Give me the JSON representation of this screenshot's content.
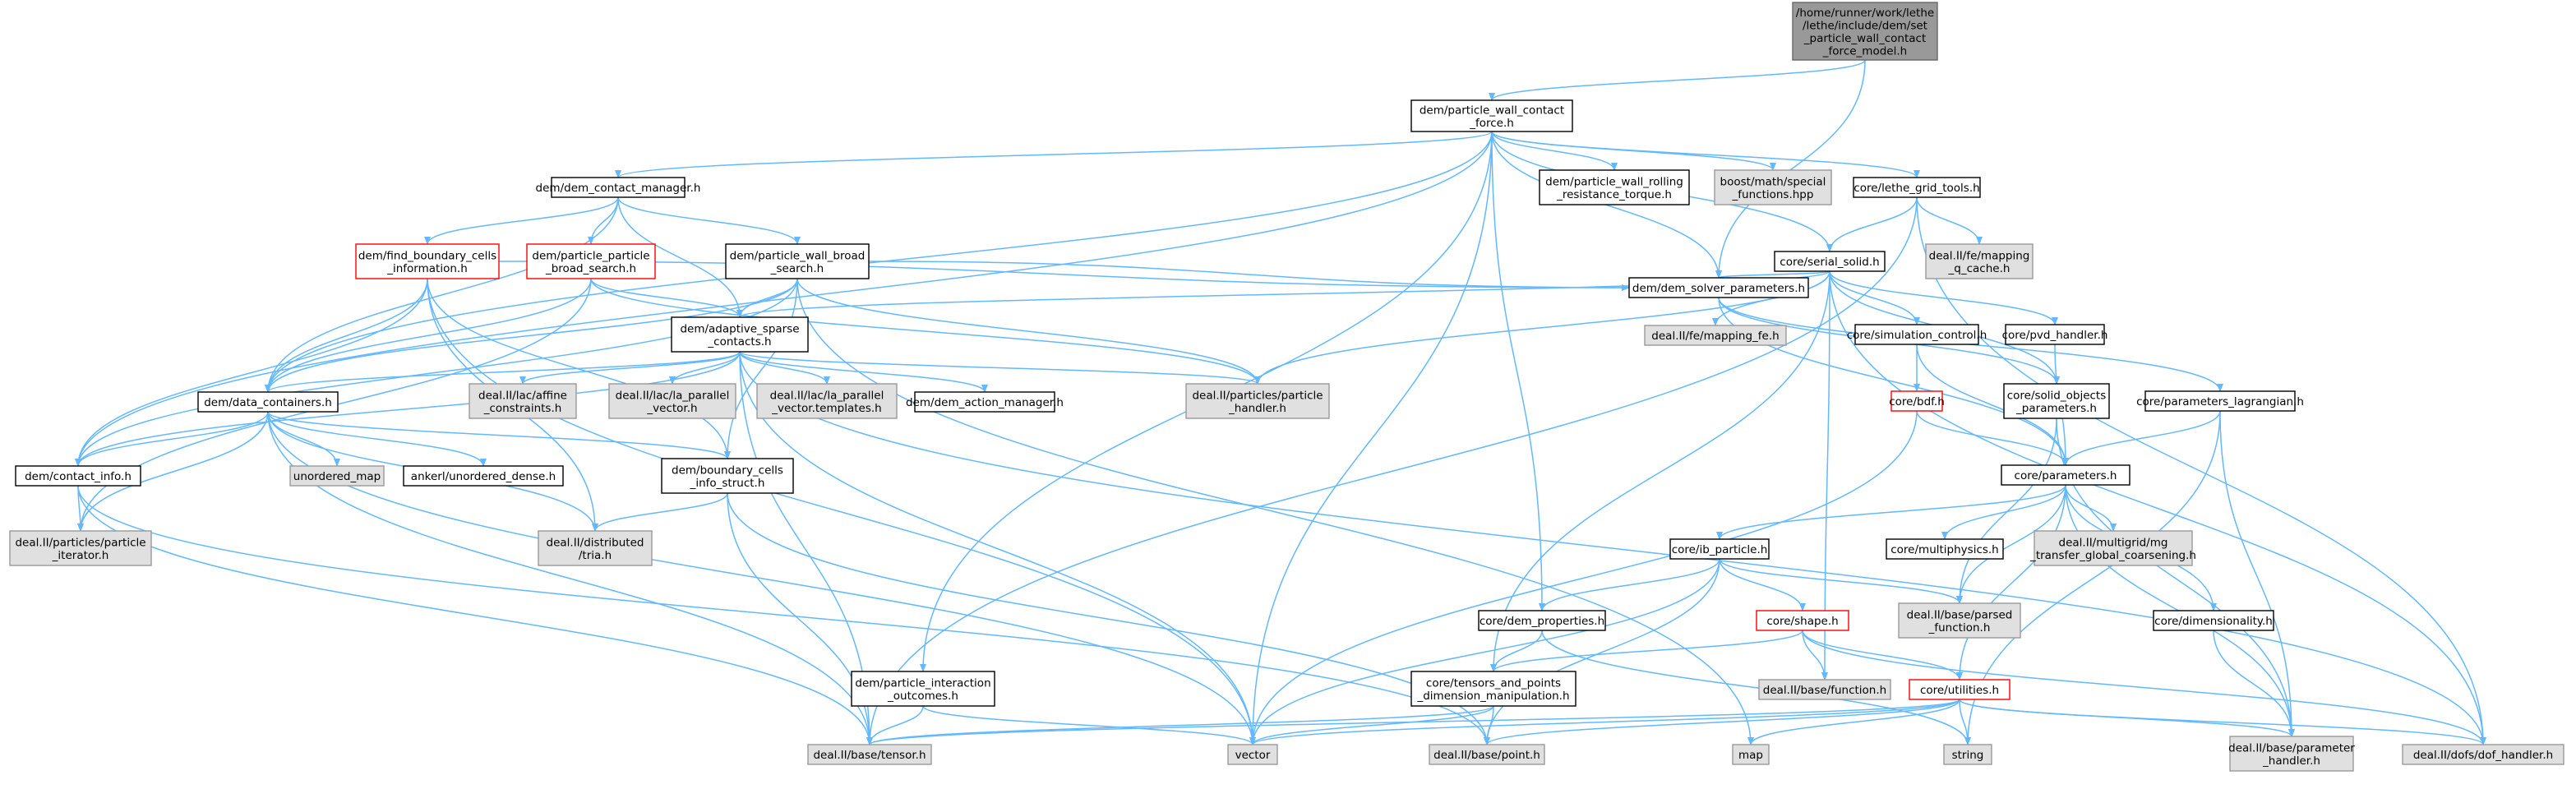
{
  "styles": {
    "root": {
      "fill": "#999999",
      "stroke": "#666666"
    },
    "normal": {
      "fill": "#ffffff",
      "stroke": "#000000"
    },
    "external": {
      "fill": "#e0e0e0",
      "stroke": "#999999"
    },
    "truncated": {
      "fill": "#ffffff",
      "stroke": "#ff0000"
    },
    "edge": "#63b8ff"
  },
  "nodes": [
    {
      "id": "root",
      "style": "root",
      "lines": [
        "/home/runner/work/lethe",
        "/lethe/include/dem/set",
        "_particle_wall_contact",
        "_force_model.h"
      ]
    },
    {
      "id": "pwcf",
      "style": "normal",
      "lines": [
        "dem/particle_wall_contact",
        "_force.h"
      ]
    },
    {
      "id": "dcm",
      "style": "normal",
      "lines": [
        "dem/dem_contact_manager.h"
      ]
    },
    {
      "id": "pwrrt",
      "style": "normal",
      "lines": [
        "dem/particle_wall_rolling",
        "_resistance_torque.h"
      ]
    },
    {
      "id": "boost",
      "style": "external",
      "lines": [
        "boost/math/special",
        "_functions.hpp"
      ]
    },
    {
      "id": "lgt",
      "style": "normal",
      "lines": [
        "core/lethe_grid_tools.h"
      ]
    },
    {
      "id": "fbci",
      "style": "truncated",
      "lines": [
        "dem/find_boundary_cells",
        "_information.h"
      ]
    },
    {
      "id": "ppbs",
      "style": "truncated",
      "lines": [
        "dem/particle_particle",
        "_broad_search.h"
      ]
    },
    {
      "id": "pwbs",
      "style": "normal",
      "lines": [
        "dem/particle_wall_broad",
        "_search.h"
      ]
    },
    {
      "id": "mapqcache",
      "style": "external",
      "lines": [
        "deal.II/fe/mapping",
        "_q_cache.h"
      ]
    },
    {
      "id": "ss",
      "style": "normal",
      "lines": [
        "core/serial_solid.h"
      ]
    },
    {
      "id": "asc",
      "style": "normal",
      "lines": [
        "dem/adaptive_sparse",
        "_contacts.h"
      ]
    },
    {
      "id": "mapfe",
      "style": "external",
      "lines": [
        "deal.II/fe/mapping_fe.h"
      ]
    },
    {
      "id": "dsp",
      "style": "normal",
      "lines": [
        "dem/dem_solver_parameters.h"
      ]
    },
    {
      "id": "sc",
      "style": "normal",
      "lines": [
        "core/simulation_control.h"
      ]
    },
    {
      "id": "pvd",
      "style": "normal",
      "lines": [
        "core/pvd_handler.h"
      ]
    },
    {
      "id": "affine",
      "style": "external",
      "lines": [
        "deal.II/lac/affine",
        "_constraints.h"
      ]
    },
    {
      "id": "lapv",
      "style": "external",
      "lines": [
        "deal.II/lac/la_parallel",
        "_vector.h"
      ]
    },
    {
      "id": "lapvt",
      "style": "external",
      "lines": [
        "deal.II/lac/la_parallel",
        "_vector.templates.h"
      ]
    },
    {
      "id": "dam",
      "style": "normal",
      "lines": [
        "dem/dem_action_manager.h"
      ]
    },
    {
      "id": "pph",
      "style": "external",
      "lines": [
        "deal.II/particles/particle",
        "_handler.h"
      ]
    },
    {
      "id": "bdf",
      "style": "truncated",
      "lines": [
        "core/bdf.h"
      ]
    },
    {
      "id": "sop",
      "style": "normal",
      "lines": [
        "core/solid_objects",
        "_parameters.h"
      ]
    },
    {
      "id": "pl",
      "style": "normal",
      "lines": [
        "core/parameters_lagrangian.h"
      ]
    },
    {
      "id": "dc",
      "style": "normal",
      "lines": [
        "dem/data_containers.h"
      ]
    },
    {
      "id": "umap",
      "style": "external",
      "lines": [
        "unordered_map"
      ]
    },
    {
      "id": "ankerl",
      "style": "normal",
      "lines": [
        "ankerl/unordered_dense.h"
      ]
    },
    {
      "id": "bcis",
      "style": "normal",
      "lines": [
        "dem/boundary_cells",
        "_info_struct.h"
      ]
    },
    {
      "id": "ci",
      "style": "normal",
      "lines": [
        "dem/contact_info.h"
      ]
    },
    {
      "id": "params",
      "style": "normal",
      "lines": [
        "core/parameters.h"
      ]
    },
    {
      "id": "ppi",
      "style": "external",
      "lines": [
        "deal.II/particles/particle",
        "_iterator.h"
      ]
    },
    {
      "id": "dtria",
      "style": "external",
      "lines": [
        "deal.II/distributed",
        "/tria.h"
      ]
    },
    {
      "id": "ibp",
      "style": "normal",
      "lines": [
        "core/ib_particle.h"
      ]
    },
    {
      "id": "mphys",
      "style": "normal",
      "lines": [
        "core/multiphysics.h"
      ]
    },
    {
      "id": "mg",
      "style": "external",
      "lines": [
        "deal.II/multigrid/mg",
        "_transfer_global_coarsening.h"
      ]
    },
    {
      "id": "dp",
      "style": "normal",
      "lines": [
        "core/dem_properties.h"
      ]
    },
    {
      "id": "shape",
      "style": "truncated",
      "lines": [
        "core/shape.h"
      ]
    },
    {
      "id": "pfunc",
      "style": "external",
      "lines": [
        "deal.II/base/parsed",
        "_function.h"
      ]
    },
    {
      "id": "dim",
      "style": "normal",
      "lines": [
        "core/dimensionality.h"
      ]
    },
    {
      "id": "pio",
      "style": "normal",
      "lines": [
        "dem/particle_interaction",
        "_outcomes.h"
      ]
    },
    {
      "id": "tpdm",
      "style": "normal",
      "lines": [
        "core/tensors_and_points",
        "_dimension_manipulation.h"
      ]
    },
    {
      "id": "func",
      "style": "external",
      "lines": [
        "deal.II/base/function.h"
      ]
    },
    {
      "id": "util",
      "style": "truncated",
      "lines": [
        "core/utilities.h"
      ]
    },
    {
      "id": "tensor",
      "style": "external",
      "lines": [
        "deal.II/base/tensor.h"
      ]
    },
    {
      "id": "vector",
      "style": "external",
      "lines": [
        "vector"
      ]
    },
    {
      "id": "point",
      "style": "external",
      "lines": [
        "deal.II/base/point.h"
      ]
    },
    {
      "id": "map",
      "style": "external",
      "lines": [
        "map"
      ]
    },
    {
      "id": "string",
      "style": "external",
      "lines": [
        "string"
      ]
    },
    {
      "id": "pmh",
      "style": "external",
      "lines": [
        "deal.II/base/parameter",
        "_handler.h"
      ]
    },
    {
      "id": "dof",
      "style": "external",
      "lines": [
        "deal.II/dofs/dof_handler.h"
      ]
    }
  ],
  "edges": [
    [
      "root",
      "pwcf"
    ],
    [
      "root",
      "dsp"
    ],
    [
      "pwcf",
      "dcm"
    ],
    [
      "pwcf",
      "pwrrt"
    ],
    [
      "pwcf",
      "boost"
    ],
    [
      "pwcf",
      "lgt"
    ],
    [
      "pwcf",
      "ss"
    ],
    [
      "pwcf",
      "dsp"
    ],
    [
      "pwcf",
      "dc"
    ],
    [
      "pwcf",
      "ci"
    ],
    [
      "pwcf",
      "dp"
    ],
    [
      "pwcf",
      "pio"
    ],
    [
      "pwcf",
      "vector"
    ],
    [
      "dcm",
      "fbci"
    ],
    [
      "dcm",
      "ppbs"
    ],
    [
      "dcm",
      "pwbs"
    ],
    [
      "dcm",
      "asc"
    ],
    [
      "dcm",
      "dc"
    ],
    [
      "lgt",
      "mapqcache"
    ],
    [
      "lgt",
      "ss"
    ],
    [
      "lgt",
      "tensor"
    ],
    [
      "lgt",
      "dof"
    ],
    [
      "fbci",
      "dc"
    ],
    [
      "fbci",
      "dsp"
    ],
    [
      "fbci",
      "ci"
    ],
    [
      "fbci",
      "bcis"
    ],
    [
      "fbci",
      "dtria"
    ],
    [
      "fbci",
      "vector"
    ],
    [
      "ppbs",
      "asc"
    ],
    [
      "ppbs",
      "dc"
    ],
    [
      "ppbs",
      "pph"
    ],
    [
      "ppbs",
      "ppi"
    ],
    [
      "pwbs",
      "asc"
    ],
    [
      "pwbs",
      "dc"
    ],
    [
      "pwbs",
      "dsp"
    ],
    [
      "pwbs",
      "pph"
    ],
    [
      "pwbs",
      "bcis"
    ],
    [
      "pwbs",
      "map"
    ],
    [
      "pwbs",
      "ci"
    ],
    [
      "ss",
      "mapfe"
    ],
    [
      "ss",
      "pph"
    ],
    [
      "ss",
      "dsp"
    ],
    [
      "ss",
      "sc"
    ],
    [
      "ss",
      "pvd"
    ],
    [
      "ss",
      "sop"
    ],
    [
      "ss",
      "tpdm"
    ],
    [
      "ss",
      "func"
    ],
    [
      "ss",
      "dof"
    ],
    [
      "ss",
      "asc"
    ],
    [
      "asc",
      "dc"
    ],
    [
      "asc",
      "affine"
    ],
    [
      "asc",
      "lapv"
    ],
    [
      "asc",
      "lapvt"
    ],
    [
      "asc",
      "dam"
    ],
    [
      "asc",
      "pph"
    ],
    [
      "asc",
      "tensor"
    ],
    [
      "asc",
      "vector"
    ],
    [
      "asc",
      "dof"
    ],
    [
      "asc",
      "ci"
    ],
    [
      "dsp",
      "params"
    ],
    [
      "dsp",
      "sop"
    ],
    [
      "dsp",
      "pl"
    ],
    [
      "sc",
      "bdf"
    ],
    [
      "sc",
      "params"
    ],
    [
      "pvd",
      "params"
    ],
    [
      "bdf",
      "params"
    ],
    [
      "bdf",
      "vector"
    ],
    [
      "sop",
      "pfunc"
    ],
    [
      "sop",
      "pmh"
    ],
    [
      "pl",
      "params"
    ],
    [
      "pl",
      "pmh"
    ],
    [
      "pl",
      "string"
    ],
    [
      "dc",
      "umap"
    ],
    [
      "dc",
      "ankerl"
    ],
    [
      "dc",
      "bcis"
    ],
    [
      "dc",
      "ci"
    ],
    [
      "dc",
      "ppi"
    ],
    [
      "dc",
      "dtria"
    ],
    [
      "dc",
      "tensor"
    ],
    [
      "dc",
      "vector"
    ],
    [
      "bcis",
      "dtria"
    ],
    [
      "bcis",
      "tensor"
    ],
    [
      "bcis",
      "point"
    ],
    [
      "ci",
      "ppi"
    ],
    [
      "ci",
      "tensor"
    ],
    [
      "ci",
      "point"
    ],
    [
      "params",
      "ibp"
    ],
    [
      "params",
      "mphys"
    ],
    [
      "params",
      "mg"
    ],
    [
      "params",
      "pfunc"
    ],
    [
      "params",
      "dim"
    ],
    [
      "params",
      "util"
    ],
    [
      "params",
      "pmh"
    ],
    [
      "ibp",
      "dp"
    ],
    [
      "ibp",
      "shape"
    ],
    [
      "ibp",
      "pfunc"
    ],
    [
      "ibp",
      "vector"
    ],
    [
      "ibp",
      "point"
    ],
    [
      "dp",
      "tpdm"
    ],
    [
      "dp",
      "string"
    ],
    [
      "shape",
      "func"
    ],
    [
      "shape",
      "util"
    ],
    [
      "shape",
      "tpdm"
    ],
    [
      "shape",
      "dof"
    ],
    [
      "dim",
      "pmh"
    ],
    [
      "pio",
      "tensor"
    ],
    [
      "pio",
      "vector"
    ],
    [
      "tpdm",
      "tensor"
    ],
    [
      "tpdm",
      "point"
    ],
    [
      "tpdm",
      "vector"
    ],
    [
      "util",
      "tensor"
    ],
    [
      "util",
      "vector"
    ],
    [
      "util",
      "point"
    ],
    [
      "util",
      "map"
    ],
    [
      "util",
      "string"
    ],
    [
      "util",
      "pmh"
    ],
    [
      "util",
      "dof"
    ]
  ]
}
